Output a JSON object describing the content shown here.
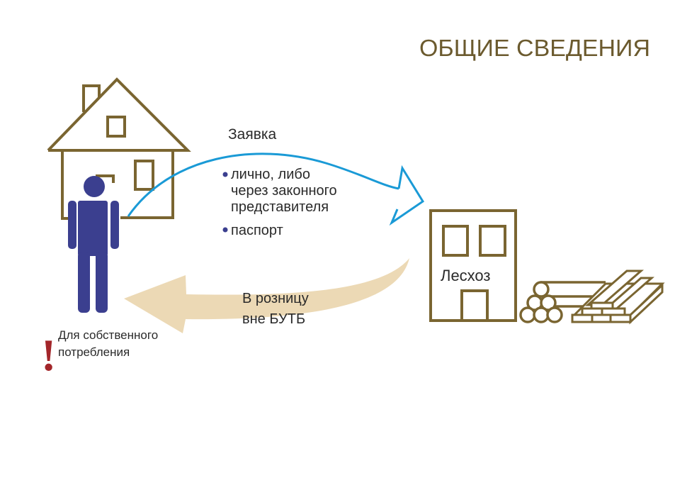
{
  "title": "ОБЩИЕ СВЕДЕНИЯ",
  "request": {
    "label": "Заявка",
    "bullets": [
      [
        "лично, либо",
        "через законного",
        "представителя"
      ],
      [
        "паспорт"
      ]
    ]
  },
  "forestry_label": "Лесхоз",
  "retail": {
    "line1": "В розницу",
    "line2": "вне БУТБ"
  },
  "note": {
    "line1": "Для собственного",
    "line2": "потребления",
    "mark": "!"
  },
  "colors": {
    "brown": "#7a6531",
    "navy": "#3b3f8f",
    "blue": "#1a9ad6",
    "beige": "#ecd9b5",
    "red": "#a3262a"
  }
}
